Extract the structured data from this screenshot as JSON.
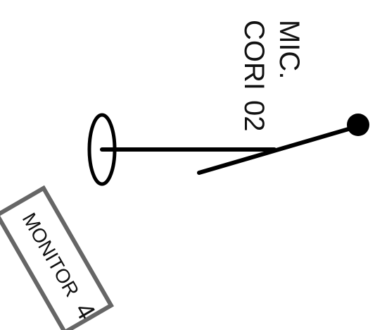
{
  "mic_label": {
    "line1": "MIC.",
    "line2": "CORI",
    "number": "02"
  },
  "monitor_label": {
    "text": "MONITOR",
    "number": "4"
  },
  "colors": {
    "stroke": "#000000",
    "monitor_border": "#666666",
    "background": "#ffffff"
  }
}
